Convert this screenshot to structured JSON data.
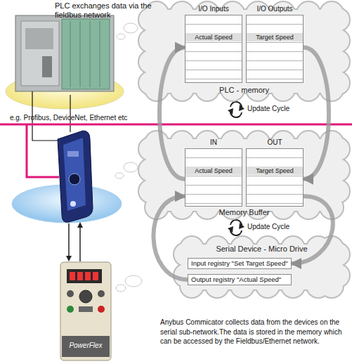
{
  "diagram": {
    "caption": "Anybus Commicator collects data from the devices on the serial sub-network.The data is stored in the memory which can be accessed by the Fieldbus/Ethernet network.",
    "nodes": [
      {
        "text": [
          "PLC - memory"
        ]
      },
      {
        "text": [
          "I/O Inputs",
          "Actual Speed"
        ],
        "in": 0
      },
      {
        "text": [
          "I/O Outputs",
          "Target Speed"
        ],
        "in": 0
      },
      {
        "text": [
          "Memory Buffer"
        ]
      },
      {
        "text": [
          "IN",
          "Actual Speed"
        ],
        "in": 3
      },
      {
        "text": [
          "OUT",
          "Target Speed"
        ],
        "in": 3
      },
      {
        "text": [
          "Serial Device - Micro Drive"
        ]
      },
      {
        "text": [
          "Input registry \"Set Target Speed\""
        ],
        "in": 6
      },
      {
        "text": [
          "Output registry \"Actual Speed\""
        ],
        "in": 6
      }
    ],
    "edges": [
      {
        "from": 4,
        "to": 1,
        "arrow": "to"
      },
      {
        "from": 2,
        "to": 5,
        "arrow": "to"
      },
      {
        "from": 8,
        "to": 4,
        "arrow": "to"
      },
      {
        "from": 5,
        "to": 7,
        "arrow": "to"
      }
    ],
    "labels": [
      "PLC exchanges data via the fieldbus network",
      "e.g. Profibus, DeviceNet, Ethernet etc",
      "Update Cycle",
      "Update Cycle",
      "PowerFlex"
    ]
  }
}
